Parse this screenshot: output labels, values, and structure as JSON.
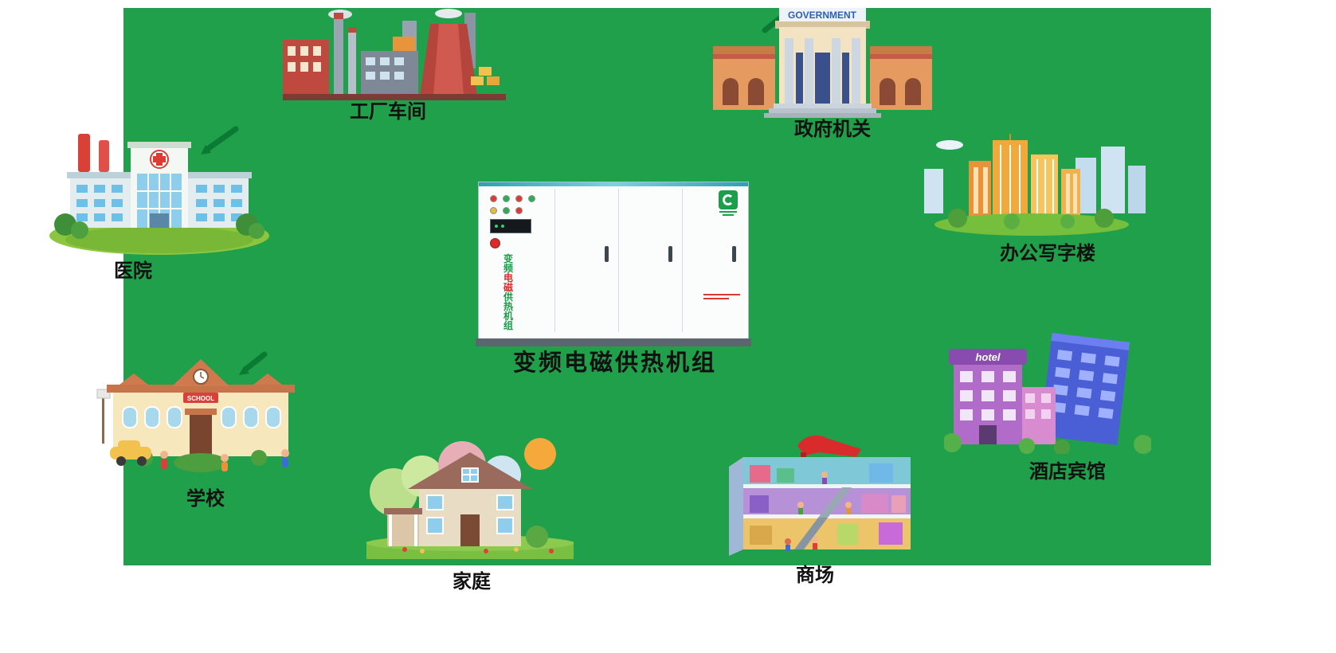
{
  "colors": {
    "background_green": "#21a04b",
    "arrow_green": "#0b7a33",
    "label_text": "#111111",
    "cabinet_green": "#189a47",
    "cabinet_red": "#e02b28"
  },
  "center_unit": {
    "label": "变频电磁供热机组",
    "vertical_text": [
      "变",
      "频",
      "电",
      "磁",
      "供",
      "热",
      "机",
      "组"
    ]
  },
  "nodes": [
    {
      "id": "factory",
      "label": "工厂车间"
    },
    {
      "id": "government",
      "label": "政府机关",
      "sign": "GOVERNMENT"
    },
    {
      "id": "hospital",
      "label": "医院"
    },
    {
      "id": "office",
      "label": "办公写字楼"
    },
    {
      "id": "school",
      "label": "学校",
      "sign": "SCHOOL"
    },
    {
      "id": "hotel",
      "label": "酒店宾馆",
      "sign": "hotel"
    },
    {
      "id": "house",
      "label": "家庭"
    },
    {
      "id": "mall",
      "label": "商场"
    }
  ]
}
